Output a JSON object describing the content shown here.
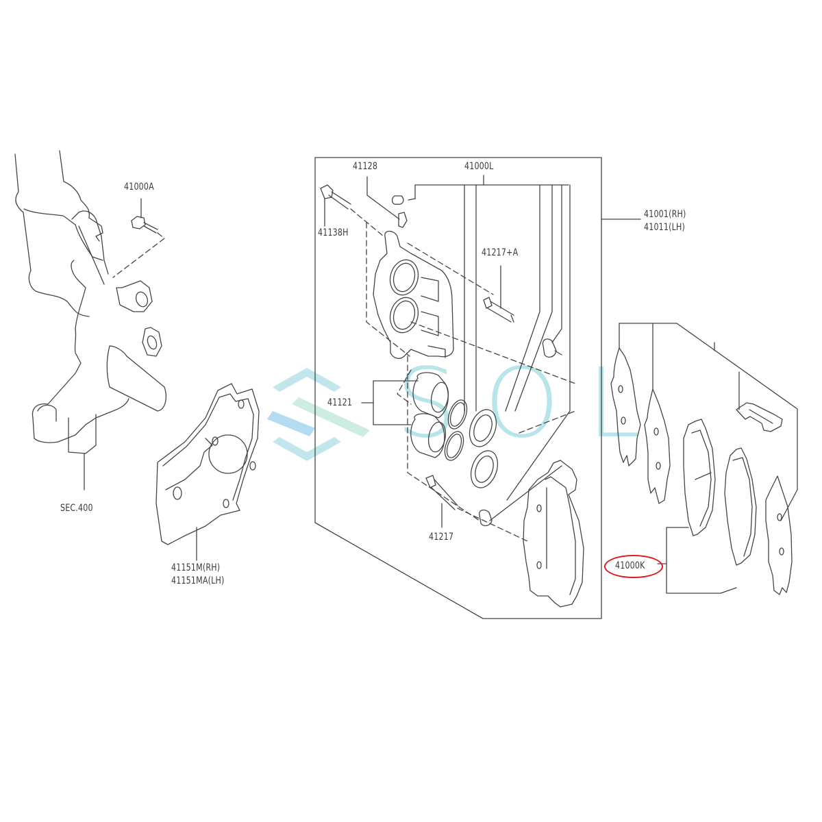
{
  "diagram": {
    "type": "exploded parts diagram - front brake caliper assembly",
    "watermark": {
      "text": "SOL",
      "logo_colors": [
        "#a9dde4",
        "#b5e3cf",
        "#9fcfea"
      ]
    },
    "labels": {
      "bolt_41000A": "41000A",
      "knuckle_sec": "SEC.400",
      "shield_rh": "41151M(RH)",
      "shield_lh": "41151MA(LH)",
      "bleeder_41128": "41128",
      "bolt_41138H": "41138H",
      "seal_kit_41000L": "41000L",
      "pin_41217A": "41217+A",
      "piston_41121": "41121",
      "pin_41217": "41217",
      "caliper_rh": "41001(RH)",
      "caliper_lh": "41011(LH)",
      "pad_kit_41000K": "41000K"
    },
    "highlight": {
      "label": "41000K",
      "color": "#e0161c"
    }
  }
}
